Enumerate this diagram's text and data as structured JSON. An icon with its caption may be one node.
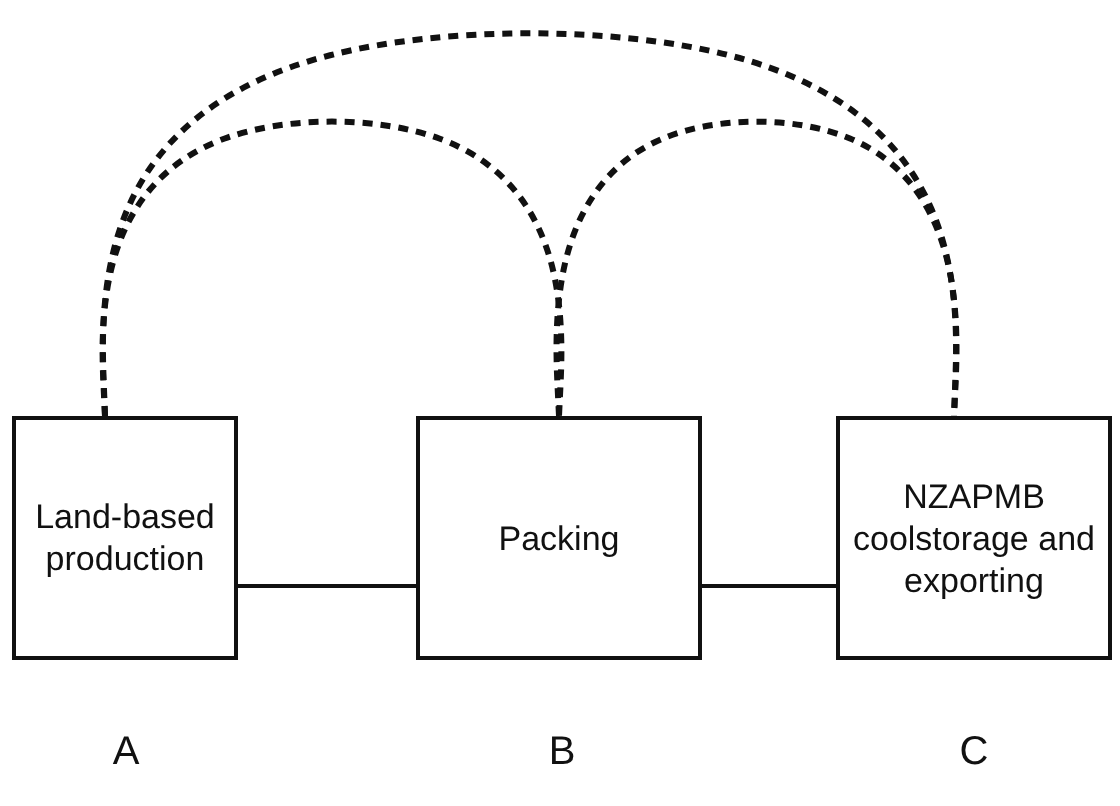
{
  "diagram": {
    "nodes": [
      {
        "text": [
          "Land-based production"
        ]
      },
      {
        "text": [
          "Packing"
        ]
      },
      {
        "text": [
          "NZAPMB coolstorage and exporting"
        ]
      }
    ],
    "edges": [
      {
        "from": 0,
        "to": 1,
        "arrow": "none"
      },
      {
        "from": 1,
        "to": 2,
        "arrow": "none"
      },
      {
        "from": 0,
        "to": 1,
        "arrow": "none",
        "style": "dashed"
      },
      {
        "from": 1,
        "to": 2,
        "arrow": "none",
        "style": "dashed"
      },
      {
        "from": 0,
        "to": 2,
        "arrow": "none",
        "style": "dashed"
      }
    ],
    "labels": [
      "A",
      "B",
      "C"
    ]
  }
}
